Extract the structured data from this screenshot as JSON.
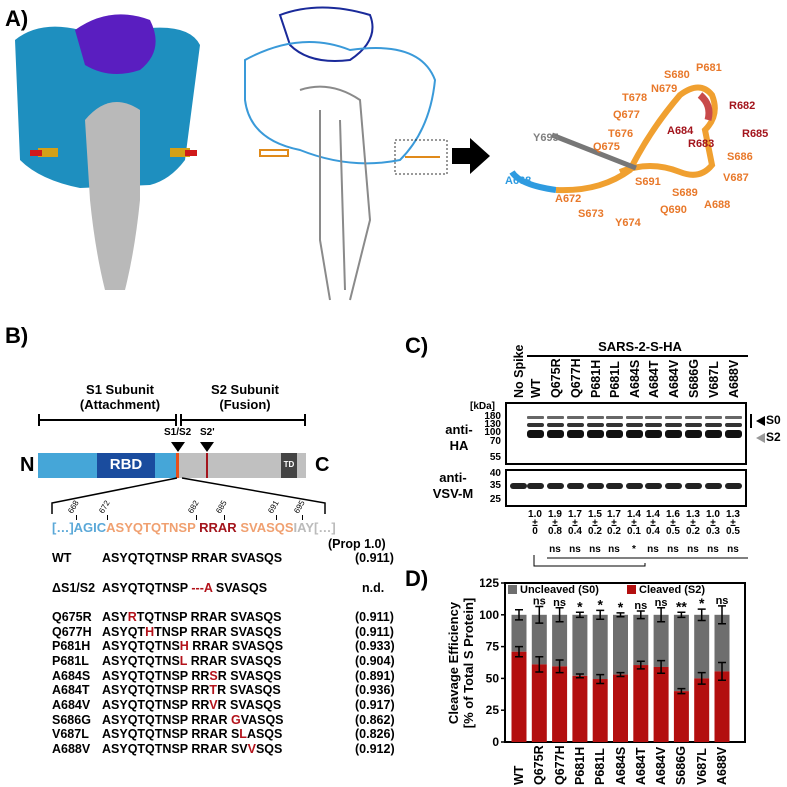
{
  "panels": {
    "a": "A)",
    "b": "B)",
    "c": "C)",
    "d": "D)"
  },
  "panel_a": {
    "labels": [
      {
        "t": "Y695",
        "c": "#808080"
      },
      {
        "t": "A668",
        "c": "#2e9be0"
      },
      {
        "t": "A672",
        "c": "#e8782a"
      },
      {
        "t": "S673",
        "c": "#e8782a"
      },
      {
        "t": "Y674",
        "c": "#e8782a"
      },
      {
        "t": "Q675",
        "c": "#e8782a"
      },
      {
        "t": "T676",
        "c": "#e8782a"
      },
      {
        "t": "Q677",
        "c": "#e8782a"
      },
      {
        "t": "T678",
        "c": "#e8782a"
      },
      {
        "t": "N679",
        "c": "#e8782a"
      },
      {
        "t": "S680",
        "c": "#e8782a"
      },
      {
        "t": "P681",
        "c": "#e8782a"
      },
      {
        "t": "R682",
        "c": "#a3141c"
      },
      {
        "t": "R683",
        "c": "#a3141c"
      },
      {
        "t": "A684",
        "c": "#a3141c"
      },
      {
        "t": "R685",
        "c": "#a3141c"
      },
      {
        "t": "S686",
        "c": "#e8782a"
      },
      {
        "t": "V687",
        "c": "#e8782a"
      },
      {
        "t": "A688",
        "c": "#e8782a"
      },
      {
        "t": "S689",
        "c": "#e8782a"
      },
      {
        "t": "Q690",
        "c": "#e8782a"
      },
      {
        "t": "S691",
        "c": "#e8782a"
      }
    ]
  },
  "panel_b": {
    "s1_title": "S1 Subunit",
    "s1_sub": "(Attachment)",
    "s2_title": "S2 Subunit",
    "s2_sub": "(Fusion)",
    "site1": "S1/S2",
    "site2": "S2'",
    "n_term": "N",
    "c_term": "C",
    "rbd": "RBD",
    "td": "TD",
    "positions": [
      "668",
      "672",
      "682",
      "685",
      "691",
      "695"
    ],
    "seq_parts": {
      "pre": "[…]AGIC",
      "orange1": "ASYQTQTNSP",
      "red": "RRAR",
      "orange2": "SVASQS",
      "post": "IAY[…]"
    },
    "prop_header": "(Prop 1.0)",
    "rows": [
      {
        "name": "WT",
        "pre": "ASYQTQTNSP RRAR SVASQS",
        "mut": "",
        "post": "",
        "prop": "(0.911)"
      },
      {
        "name": "ΔS1/S2",
        "pre": "ASYQTQTNSP ",
        "mut": "---A",
        "post": " SVASQS",
        "prop": "n.d."
      },
      {
        "name": "Q675R",
        "pre": "ASY",
        "mut": "R",
        "post": "TQTNSP RRAR SVASQS",
        "prop": "(0.911)"
      },
      {
        "name": "Q677H",
        "pre": "ASYQT",
        "mut": "H",
        "post": "TNSP RRAR SVASQS",
        "prop": "(0.911)"
      },
      {
        "name": "P681H",
        "pre": "ASYQTQTNS",
        "mut": "H",
        "post": " RRAR SVASQS",
        "prop": "(0.933)"
      },
      {
        "name": "P681L",
        "pre": "ASYQTQTNS",
        "mut": "L",
        "post": " RRAR SVASQS",
        "prop": "(0.904)"
      },
      {
        "name": "A684S",
        "pre": "ASYQTQTNSP RR",
        "mut": "S",
        "post": "R SVASQS",
        "prop": "(0.891)"
      },
      {
        "name": "A684T",
        "pre": "ASYQTQTNSP RR",
        "mut": "T",
        "post": "R SVASQS",
        "prop": "(0.936)"
      },
      {
        "name": "A684V",
        "pre": "ASYQTQTNSP RR",
        "mut": "V",
        "post": "R SVASQS",
        "prop": "(0.917)"
      },
      {
        "name": "S686G",
        "pre": "ASYQTQTNSP RRAR ",
        "mut": "G",
        "post": "VASQS",
        "prop": "(0.862)"
      },
      {
        "name": "V687L",
        "pre": "ASYQTQTNSP RRAR S",
        "mut": "L",
        "post": "ASQS",
        "prop": "(0.826)"
      },
      {
        "name": "A688V",
        "pre": "ASYQTQTNSP RRAR SV",
        "mut": "V",
        "post": "SQS",
        "prop": "(0.912)"
      }
    ]
  },
  "panel_c": {
    "group_label": "SARS-2-S-HA",
    "lanes": [
      "No Spike",
      "WT",
      "Q675R",
      "Q677H",
      "P681H",
      "P681L",
      "A684S",
      "A684T",
      "A684V",
      "S686G",
      "V687L",
      "A688V"
    ],
    "kda_unit": "[kDa]",
    "ha_label1": "anti-",
    "ha_label2": "HA",
    "vsv_label1": "anti-",
    "vsv_label2": "VSV-M",
    "ha_markers": [
      "180",
      "130",
      "100",
      "70",
      "55"
    ],
    "vsv_markers": [
      "40",
      "35",
      "25"
    ],
    "s0": "S0",
    "s2": "S2",
    "ratios": [
      {
        "m": "1.0",
        "pm": "±",
        "sd": "0",
        "sig": ""
      },
      {
        "m": "1.9",
        "pm": "±",
        "sd": "0.8",
        "sig": "ns"
      },
      {
        "m": "1.7",
        "pm": "±",
        "sd": "0.4",
        "sig": "ns"
      },
      {
        "m": "1.5",
        "pm": "±",
        "sd": "0.2",
        "sig": "ns"
      },
      {
        "m": "1.7",
        "pm": "±",
        "sd": "0.2",
        "sig": "ns"
      },
      {
        "m": "1.4",
        "pm": "±",
        "sd": "0.1",
        "sig": "*"
      },
      {
        "m": "1.4",
        "pm": "±",
        "sd": "0.4",
        "sig": "ns"
      },
      {
        "m": "1.6",
        "pm": "±",
        "sd": "0.5",
        "sig": "ns"
      },
      {
        "m": "1.3",
        "pm": "±",
        "sd": "0.2",
        "sig": "ns"
      },
      {
        "m": "1.0",
        "pm": "±",
        "sd": "0.3",
        "sig": "ns"
      },
      {
        "m": "1.3",
        "pm": "±",
        "sd": "0.5",
        "sig": "ns"
      }
    ]
  },
  "chart_data": {
    "type": "bar",
    "stacked": true,
    "ylabel": "Cleavage Efficiency",
    "ylabel2": "[% of Total  S Protein]",
    "ylim": [
      0,
      125
    ],
    "yticks": [
      "0",
      "25",
      "50",
      "75",
      "100",
      "125"
    ],
    "categories": [
      "WT",
      "Q675R",
      "Q677H",
      "P681H",
      "P681L",
      "A684S",
      "A684T",
      "A684V",
      "S686G",
      "V687L",
      "A688V"
    ],
    "series": [
      {
        "name": "Cleaved (S2)",
        "color": "#b30f0f",
        "values": [
          71,
          61,
          59.5,
          52,
          49.5,
          53,
          60.5,
          59,
          40,
          50,
          55.5
        ],
        "errors": [
          4,
          6,
          5,
          1.5,
          3.5,
          1.5,
          3,
          5,
          2,
          4.5,
          7
        ]
      },
      {
        "name": "Uncleaved (S0)",
        "color": "#6e6e6e",
        "values": [
          29,
          39,
          40.5,
          48,
          50.5,
          47,
          39.5,
          41,
          60,
          50,
          44.5
        ],
        "errors": [
          4,
          6.5,
          5.5,
          2,
          3.5,
          1.5,
          3,
          5.5,
          2,
          4.5,
          7
        ]
      }
    ],
    "significance": [
      "",
      "ns",
      "ns",
      "*",
      "*",
      "*",
      "ns",
      "ns",
      "**",
      "*",
      "ns"
    ],
    "legend": "top",
    "grid": false
  }
}
